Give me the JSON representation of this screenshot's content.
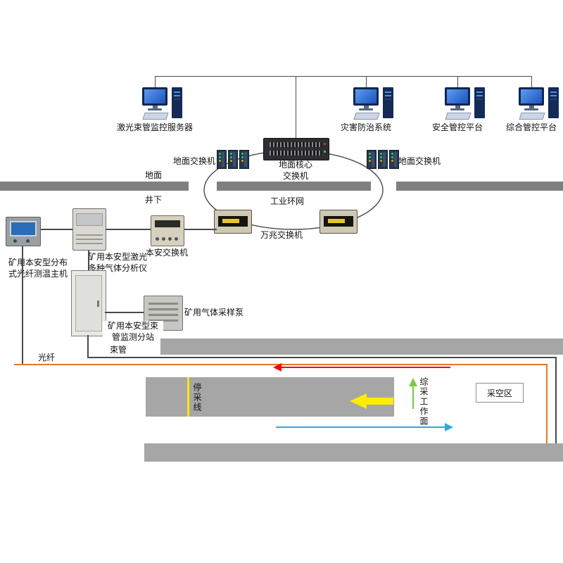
{
  "labels": {
    "computer1": "激光束管监控服务器",
    "computer2": "灾害防治系统",
    "computer3": "安全管控平台",
    "computer4": "综合管控平台",
    "core_switch": "地面核心\n交换机",
    "ground_switch_left": "地面交换机",
    "ground_switch_right": "地面交换机",
    "surface": "地面",
    "underground": "井下",
    "industrial_ring": "工业环网",
    "ten_gig_switch": "万兆交换机",
    "fiber_temp_host": "矿用本安型分布\n式光纤测温主机",
    "laser_gas_analyzer": "矿用本安型激光\n多种气体分析仪",
    "safe_switch": "本安交换机",
    "tube_substation": "矿用本安型束\n管监测分站",
    "gas_pump": "矿用气体采样泵",
    "fiber": "光纤",
    "tube": "束管",
    "stop_line": "停采线",
    "working_face": "综采工作面",
    "goaf": "采空区"
  },
  "colors": {
    "fiber_line": "#e87722",
    "intake_flow_arrow": "#ff0000",
    "return_flow_arrow": "#29abe2",
    "face_advance_arrow": "#ffec00",
    "face_direction_arrow": "#7ac943",
    "ground_bar": "#7f7f7f",
    "tunnel": "#a6a6a6"
  }
}
